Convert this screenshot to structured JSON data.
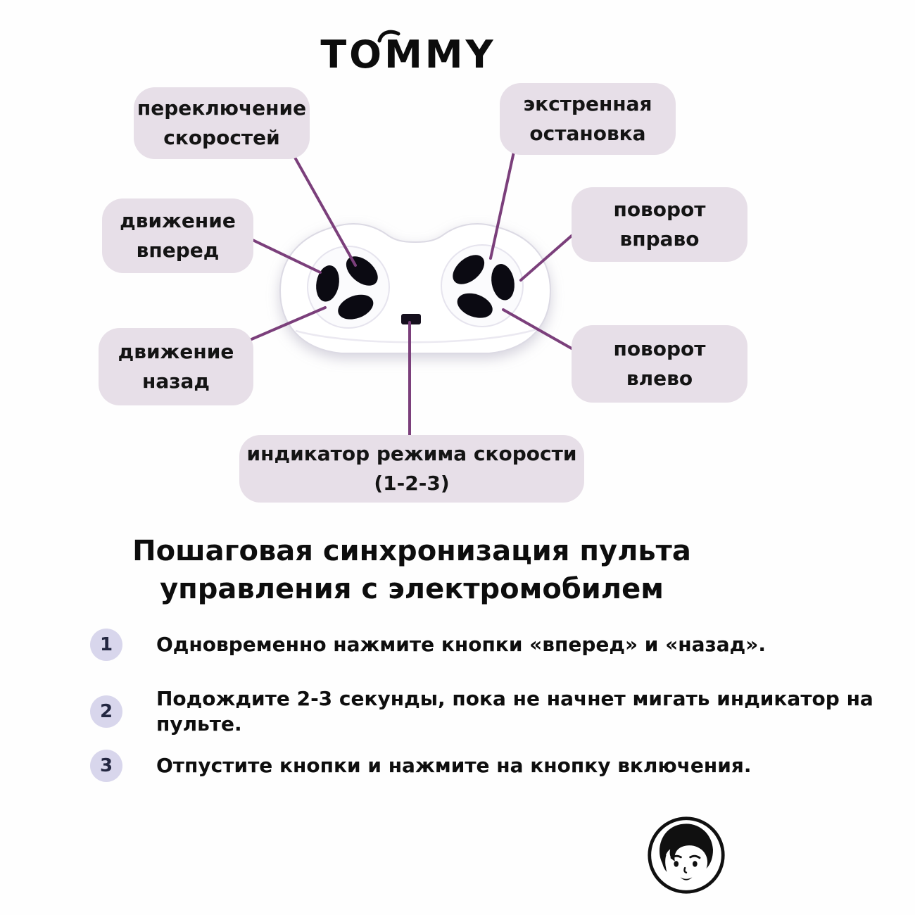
{
  "brand": "TOMMY",
  "callouts": {
    "speed_switch": {
      "label": "переключение скоростей"
    },
    "emergency_stop": {
      "label": "экстренная остановка"
    },
    "forward": {
      "label": "движение вперед"
    },
    "turn_right": {
      "label": "поворот вправо"
    },
    "backward": {
      "label": "движение назад"
    },
    "turn_left": {
      "label": "поворот влево"
    },
    "speed_indicator": {
      "label": "индикатор режима скорости",
      "sub": "(1-2-3)"
    }
  },
  "sync_section": {
    "heading": "Пошаговая синхронизация пульта управления с электромобилем",
    "steps": [
      {
        "num": "1",
        "text": "Одновременно нажмите кнопки «вперед» и «назад»."
      },
      {
        "num": "2",
        "text": "Подождите 2-3 секунды, пока не начнет мигать индикатор на пульте."
      },
      {
        "num": "3",
        "text": "Отпустите кнопки и нажмите на кнопку включения."
      }
    ]
  },
  "icons": {
    "remote": "remote-control-illustration",
    "footer": "kid-face-logo"
  },
  "colors": {
    "callout_bg": "#e7dfe8",
    "connector_line": "#7b3f7b",
    "step_circle_bg": "#d8d6ec",
    "button_black": "#0b0a12",
    "text": "#111111"
  }
}
